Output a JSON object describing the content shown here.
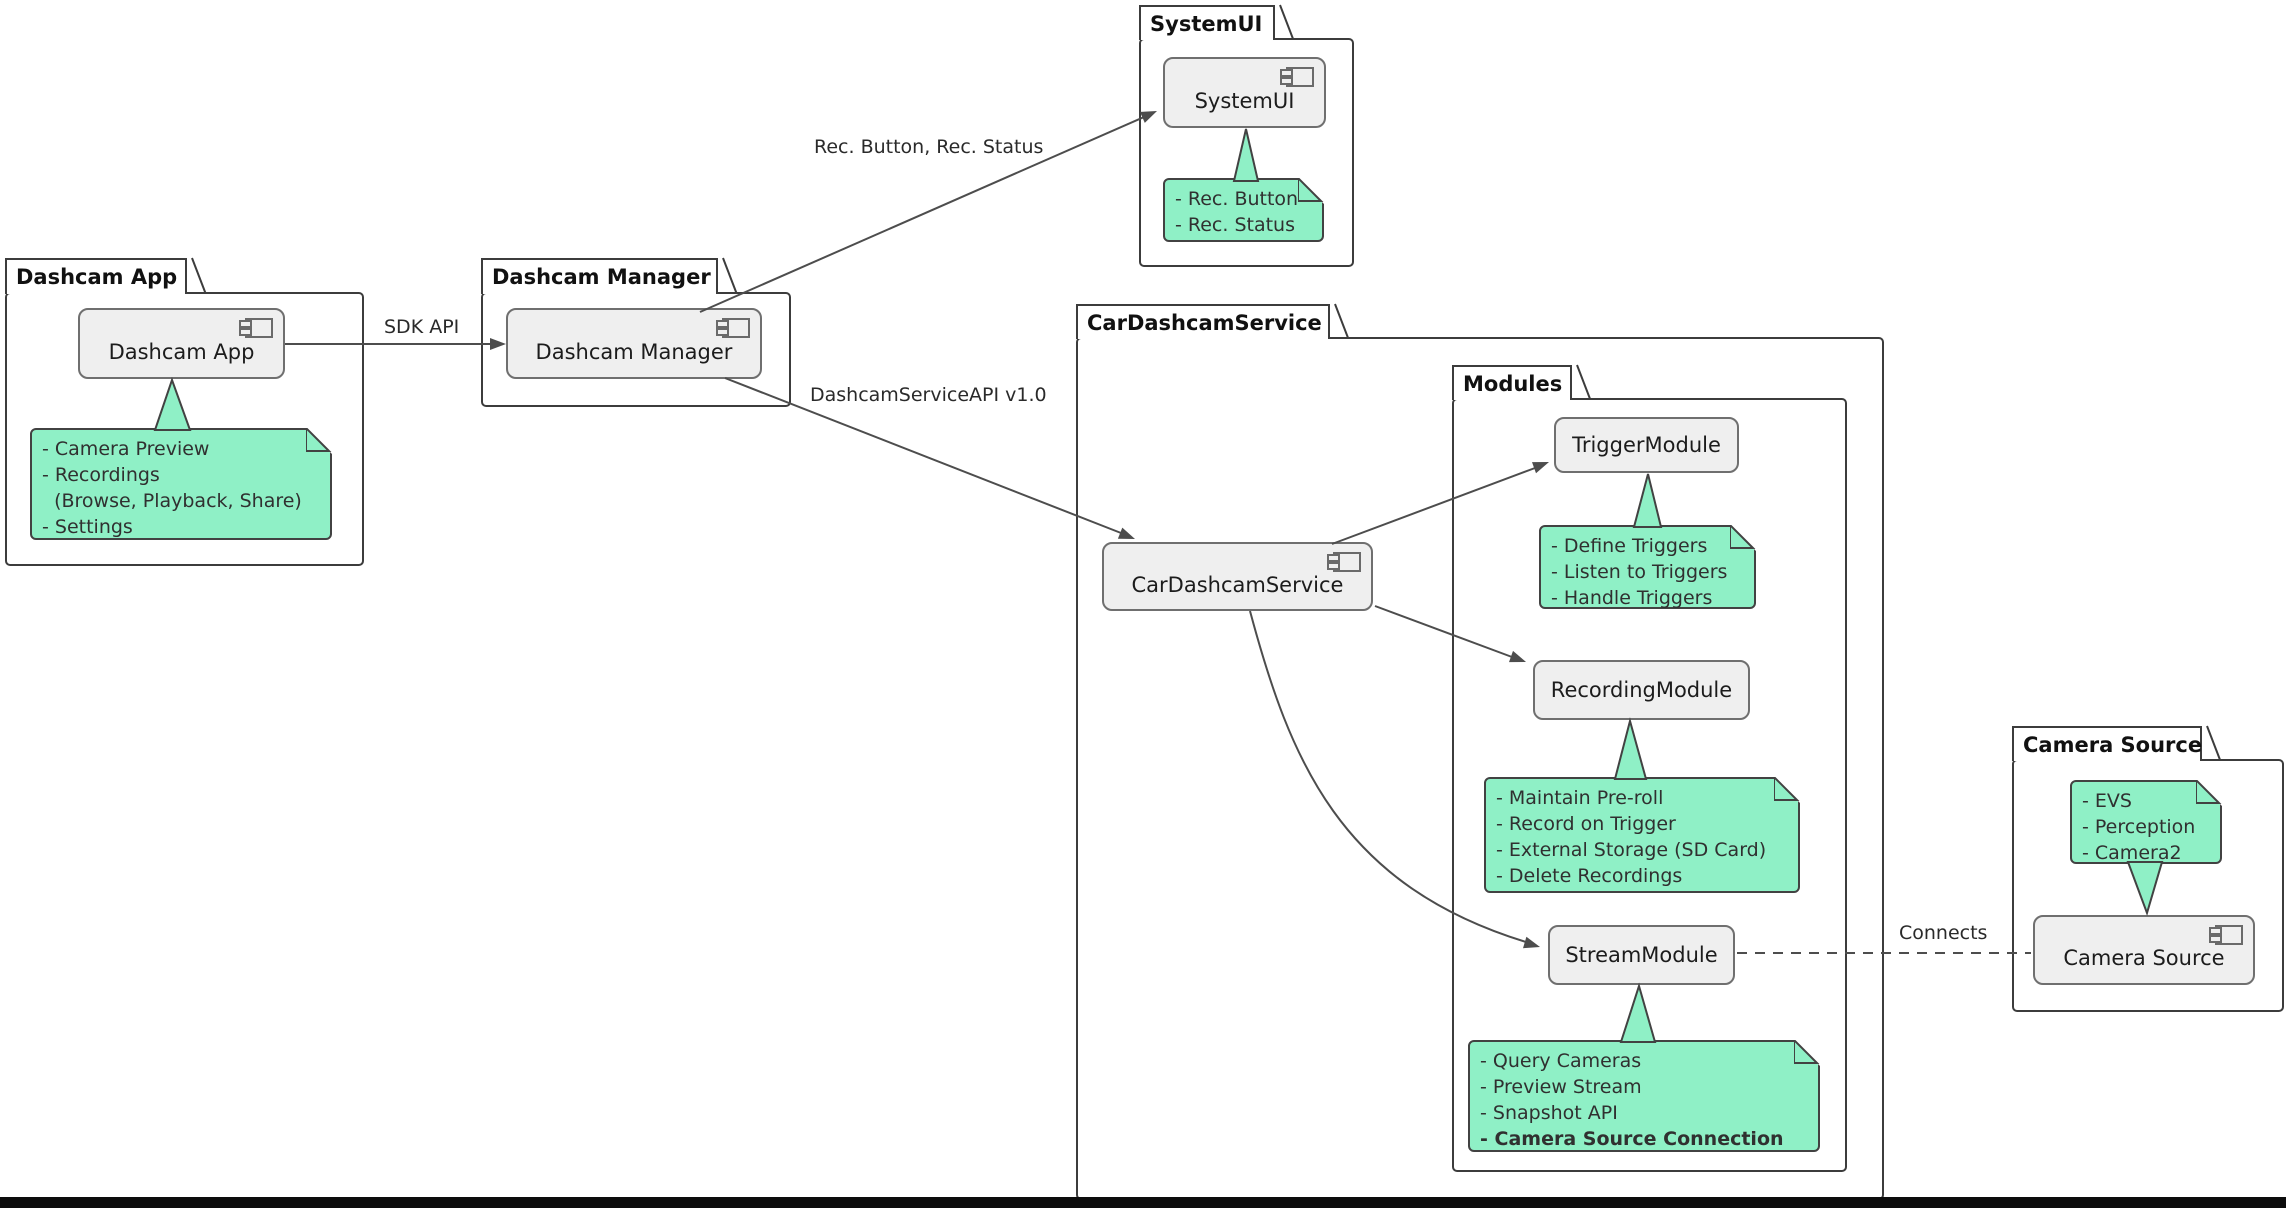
{
  "colors": {
    "note_fill": "#8ff0c6",
    "note_border": "#424242",
    "component_fill": "#efefef",
    "component_border": "#6f6f6f",
    "package_border": "#3c3c3c",
    "line": "#4d4d4d",
    "bottom_bar": "#0c0c0c"
  },
  "packages": {
    "dashcam_app": "Dashcam App",
    "dashcam_manager": "Dashcam Manager",
    "systemui": "SystemUI",
    "car_service": "CarDashcamService",
    "modules": "Modules",
    "camera_source": "Camera Source"
  },
  "components": {
    "dashcam_app": "Dashcam App",
    "dashcam_manager": "Dashcam Manager",
    "systemui": "SystemUI",
    "car_service": "CarDashcamService",
    "trigger": "TriggerModule",
    "recording": "RecordingModule",
    "stream": "StreamModule",
    "camera_source": "Camera Source"
  },
  "notes": {
    "app": [
      "- Camera Preview",
      "- Recordings",
      "  (Browse, Playback, Share)",
      "- Settings"
    ],
    "systemui": [
      "- Rec. Button",
      "- Rec. Status"
    ],
    "trigger": [
      "- Define Triggers",
      "- Listen to Triggers",
      "- Handle Triggers"
    ],
    "recording": [
      "- Maintain Pre-roll",
      "- Record on Trigger",
      "- External Storage (SD Card)",
      "- Delete Recordings"
    ],
    "stream": [
      "- Query Cameras",
      "- Preview Stream",
      "- Snapshot API"
    ],
    "stream_bold": "- Camera Source Connection",
    "camera_source": [
      "- EVS",
      "- Perception",
      "- Camera2"
    ]
  },
  "edges": {
    "sdk": "SDK API",
    "rec_ui": "Rec. Button, Rec. Status",
    "service_api": "DashcamServiceAPI v1.0",
    "connects": "Connects"
  }
}
